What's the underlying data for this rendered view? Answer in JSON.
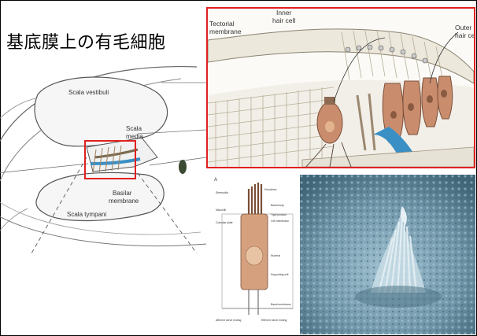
{
  "title": "基底膜上の有毛細胞",
  "cochlea": {
    "scala_vestibuli": "Scala vestibuli",
    "scala_media_1": "Scala",
    "scala_media_2": "media",
    "basilar_1": "Basilar",
    "basilar_2": "membrane",
    "scala_tympani": "Scala tympani"
  },
  "organ": {
    "inner_1": "Inner",
    "inner_2": "hair cell",
    "tectorial_1": "Tectorial",
    "tectorial_2": "membrane",
    "outer_1": "Outer",
    "outer_2": "hair cell"
  },
  "haircell": {
    "panel_letter": "A",
    "labels": [
      "Stereocilia",
      "Kinocilium",
      "Microvilli",
      "Basal body",
      "Cuticular plate",
      "Tight junction",
      "Cell membrane",
      "Nucleus",
      "Supporting cell",
      "Basal membrane",
      "Afferent nerve ending",
      "Efferent nerve ending"
    ]
  },
  "colors": {
    "frame": "#000000",
    "highlight": "#e02020",
    "membrane_blue": "#3a8fc4",
    "cell_brown": "#c98d6e",
    "sem_blue": "#6f95a8"
  }
}
